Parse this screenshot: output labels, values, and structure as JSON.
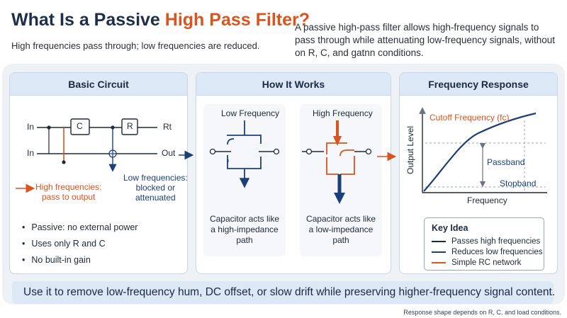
{
  "header": {
    "title_prefix": "What Is a Passive ",
    "title_accent": "High Pass Filter?",
    "subtitle": "High frequencies pass through; low frequencies are reduced.",
    "intro": "A passive high-pass filter allows high-frequency signals to pass through while attenuating low-frequency signals, without on R, C, and gatnn conditions."
  },
  "panels": {
    "basic": {
      "title": "Basic Circuit",
      "in_top": "In",
      "in_bottom": "In",
      "out_top": "Rt",
      "out_bottom": "Out",
      "cap": "C",
      "res": "R",
      "high_note": "High frequencies:\npass to output",
      "low_note": "Low frequencies:\nblocked or\nattenuated",
      "bullets": [
        "Passive: no external power",
        "Uses only R and C",
        "No built-in gain"
      ]
    },
    "how": {
      "title": "How It Works",
      "low_label": "Low Frequency",
      "high_label": "High Frequency",
      "low_caption": "Capacitor acts like\na high-impedance\npath",
      "high_caption": "Capacitor acts like\na low-impedance\npath"
    },
    "response": {
      "title": "Frequency Response",
      "cutoff": "Cutoff Frequency (fc)",
      "ylabel": "Output Level",
      "xlabel": "Frequency",
      "passband": "Passband",
      "stopband": "Stopband"
    }
  },
  "key": {
    "title": "Key Idea",
    "items": [
      {
        "label": "Passes high frequencies",
        "color": "#1f2937"
      },
      {
        "label": "Reduces low frequencies",
        "color": "#1c3f7a"
      },
      {
        "label": "Simple RC network",
        "color": "#d9541e"
      }
    ]
  },
  "banner": "Use it to remove low-frequency hum, DC offset, or slow drift while preserving higher-frequency signal content.",
  "footnote": "Response shape depends on R, C, and load conditions.",
  "colors": {
    "accent": "#d9541e",
    "navy": "#1c3f7a",
    "panel_head": "#dce8f5",
    "background": "#eef2f7"
  }
}
